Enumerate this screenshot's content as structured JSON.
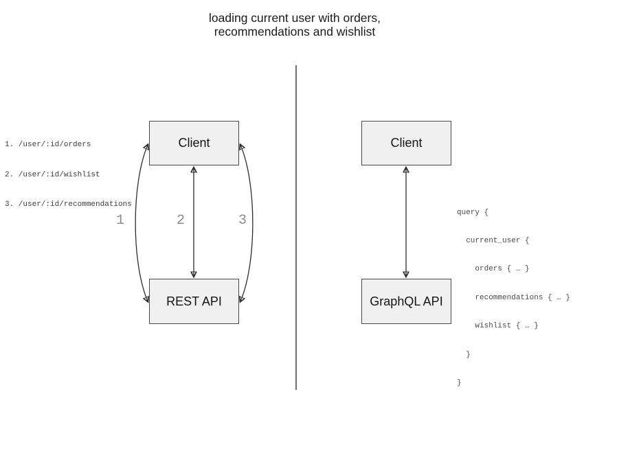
{
  "title": {
    "line1": "loading current user with orders,",
    "line2": "recommendations and wishlist"
  },
  "rest_side": {
    "endpoints": [
      "1. /user/:id/orders",
      "2. /user/:id/wishlist",
      "3. /user/:id/recommendations"
    ],
    "client_label": "Client",
    "api_label": "REST API",
    "arrow_labels": {
      "one": "1",
      "two": "2",
      "three": "3"
    }
  },
  "graphql_side": {
    "client_label": "Client",
    "api_label": "GraphQL API",
    "query_lines": [
      "query {",
      "  current_user {",
      "    orders { … }",
      "    recommendations { … }",
      "    wishlist { … }",
      "  }",
      "}"
    ]
  },
  "colors": {
    "background": "#ffffff",
    "box_fill": "#f0f0f0",
    "box_border": "#474747",
    "arrow_stroke": "#2b2b2b",
    "divider": "#6e6e6e",
    "title_text": "#1a1a1a",
    "code_text": "#4a4a4a",
    "arrow_number_text": "#8c8c8c"
  }
}
